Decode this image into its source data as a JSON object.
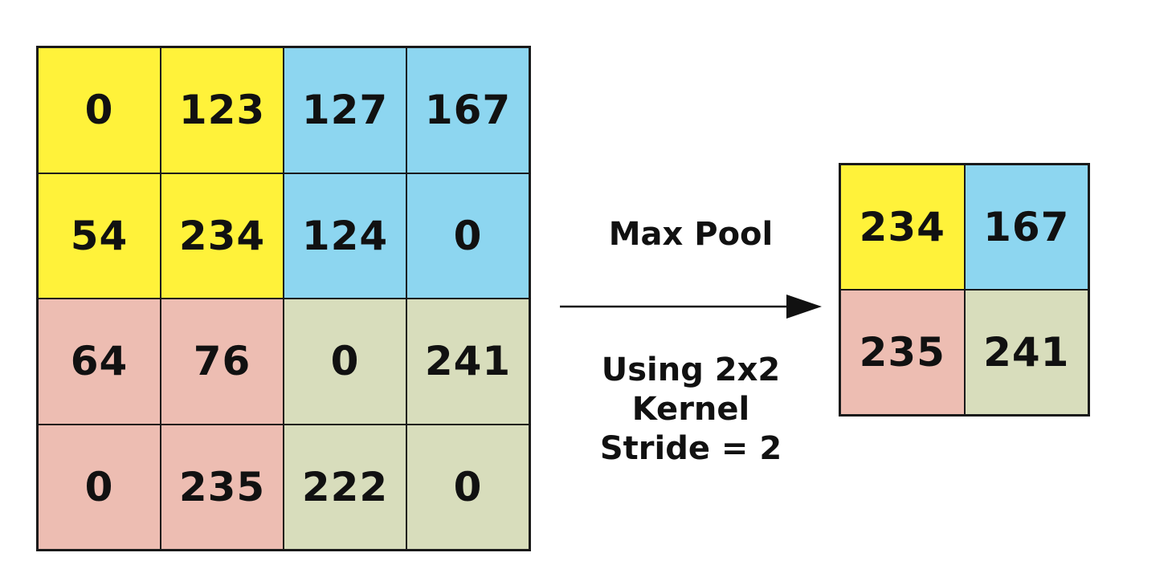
{
  "input_matrix": {
    "rows": [
      [
        {
          "value": "0",
          "color": "#FFF23A"
        },
        {
          "value": "123",
          "color": "#FFF23A"
        },
        {
          "value": "127",
          "color": "#8DD6F0"
        },
        {
          "value": "167",
          "color": "#8DD6F0"
        }
      ],
      [
        {
          "value": "54",
          "color": "#FFF23A"
        },
        {
          "value": "234",
          "color": "#FFF23A"
        },
        {
          "value": "124",
          "color": "#8DD6F0"
        },
        {
          "value": "0",
          "color": "#8DD6F0"
        }
      ],
      [
        {
          "value": "64",
          "color": "#EDBDB2"
        },
        {
          "value": "76",
          "color": "#EDBDB2"
        },
        {
          "value": "0",
          "color": "#D8DDBC"
        },
        {
          "value": "241",
          "color": "#D8DDBC"
        }
      ],
      [
        {
          "value": "0",
          "color": "#EDBDB2"
        },
        {
          "value": "235",
          "color": "#EDBDB2"
        },
        {
          "value": "222",
          "color": "#D8DDBC"
        },
        {
          "value": "0",
          "color": "#D8DDBC"
        }
      ]
    ]
  },
  "operation": {
    "title": "Max Pool",
    "details": [
      "Using 2x2",
      "Kernel",
      "Stride = 2"
    ],
    "arrow_icon": "right-arrow"
  },
  "output_matrix": {
    "rows": [
      [
        {
          "value": "234",
          "color": "#FFF23A"
        },
        {
          "value": "167",
          "color": "#8DD6F0"
        }
      ],
      [
        {
          "value": "235",
          "color": "#EDBDB2"
        },
        {
          "value": "241",
          "color": "#D8DDBC"
        }
      ]
    ]
  }
}
